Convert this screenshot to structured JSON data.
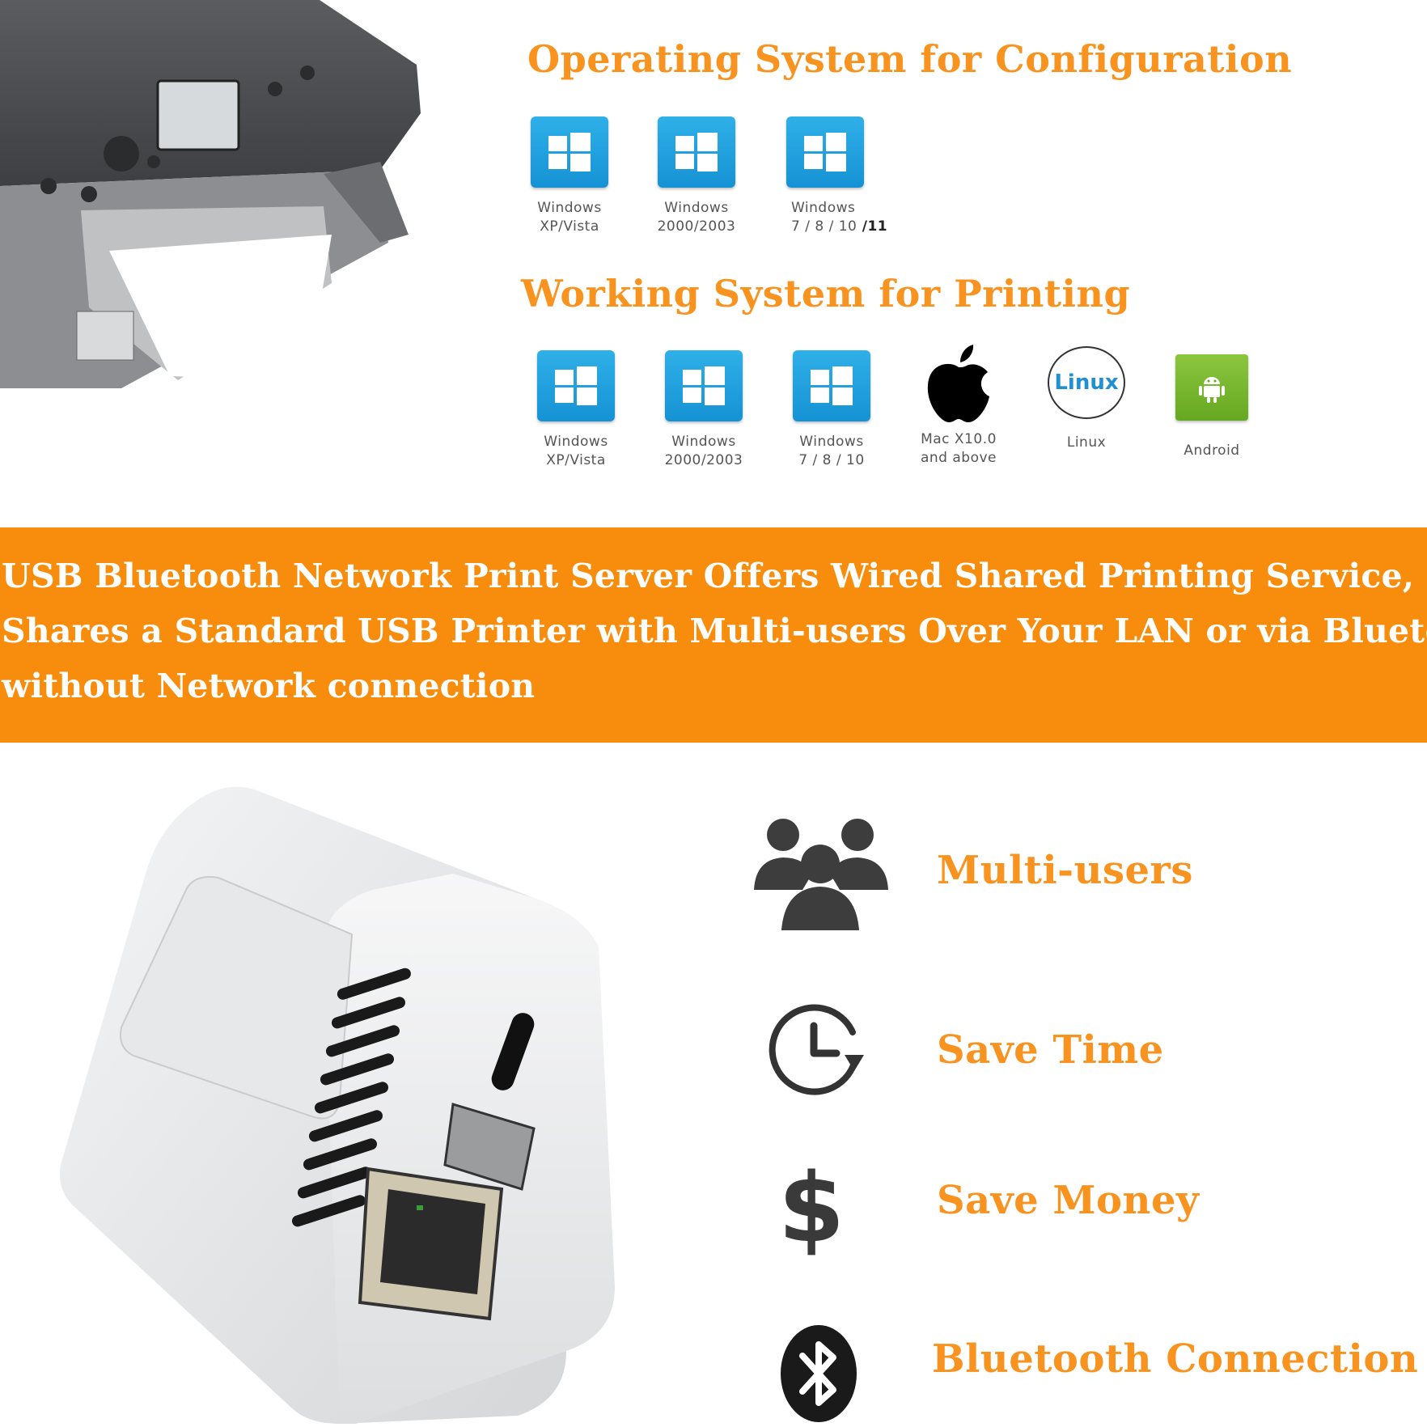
{
  "config_section": {
    "title": "Operating System for Configuration",
    "items": [
      {
        "line1": "Windows",
        "line2": "XP/Vista",
        "icon": "windows-icon"
      },
      {
        "line1": "Windows",
        "line2": "2000/2003",
        "icon": "windows-icon"
      },
      {
        "line1": "Windows",
        "line2": "7 / 8 / 10",
        "line2_extra": " /11",
        "icon": "windows-icon"
      }
    ]
  },
  "printing_section": {
    "title": "Working System for Printing",
    "items": [
      {
        "line1": "Windows",
        "line2": "XP/Vista",
        "icon": "windows-icon"
      },
      {
        "line1": "Windows",
        "line2": "2000/2003",
        "icon": "windows-icon"
      },
      {
        "line1": "Windows",
        "line2": "7 / 8 / 10",
        "icon": "windows-icon"
      },
      {
        "line1": "Mac X10.0",
        "line2": "and above",
        "icon": "apple-icon"
      },
      {
        "line1": "Linux",
        "icon": "linux-icon",
        "icon_text": "Linux"
      },
      {
        "line1": "Android",
        "icon": "android-icon"
      }
    ]
  },
  "banner": {
    "lines": [
      "USB Bluetooth Network Print Server Offers Wired Shared Printing Service,",
      "Shares a Standard USB Printer with Multi-users Over Your LAN or via Bluetooth",
      "without Network connection"
    ],
    "color": "#f88c0c"
  },
  "features": [
    {
      "label": "Multi-users",
      "icon": "users-icon"
    },
    {
      "label": "Save Time",
      "icon": "clock-icon"
    },
    {
      "label": "Save Money",
      "icon": "dollar-icon"
    },
    {
      "label": "Bluetooth Connection",
      "icon": "bluetooth-icon"
    }
  ],
  "accent_color": "#f7931e"
}
